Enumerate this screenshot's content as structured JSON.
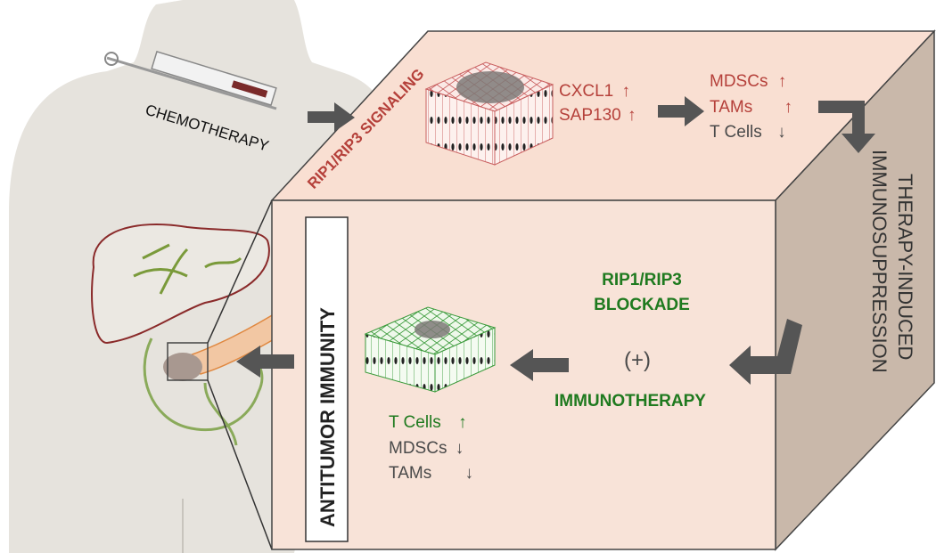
{
  "labels": {
    "chemotherapy": "CHEMOTHERAPY",
    "signaling": "RIP1/RIP3 SIGNALING",
    "cxcl1": "CXCL1",
    "sap130": "SAP130",
    "mdscs_top": "MDSCs",
    "tams_top": "TAMs",
    "tcells_top": "T Cells",
    "therapy_induced_line1": "THERAPY-INDUCED",
    "therapy_induced_line2": "IMMUNOSUPPRESSION",
    "blockade_line1": "RIP1/RIP3",
    "blockade_line2": "BLOCKADE",
    "plus": "(+)",
    "immunotherapy": "IMMUNOTHERAPY",
    "antitumor": "ANTITUMOR IMMUNITY",
    "tcells_bottom": "T Cells",
    "mdscs_bottom": "MDSCs",
    "tams_bottom": "TAMs"
  },
  "colors": {
    "red": "#b5403a",
    "green": "#1f7a1f",
    "gray": "#4a4a4a",
    "box_front": "#f8e3d8",
    "box_top": "#f9dfd2",
    "box_side": "#c9b8aa",
    "body": "#e6e3dd",
    "arrow": "#555555"
  },
  "icons": {
    "up_arrow": "↑",
    "down_arrow": "↓"
  }
}
